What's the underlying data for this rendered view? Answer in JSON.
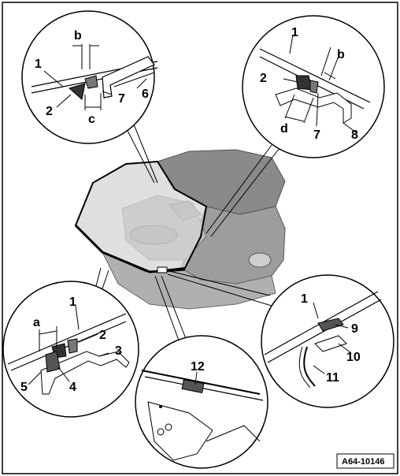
{
  "figure_id": "A64-10146",
  "callouts": {
    "top_left": {
      "n1": "1",
      "b": "b",
      "n2": "2",
      "n7": "7",
      "n6": "6",
      "c": "c"
    },
    "top_right": {
      "n1": "1",
      "b": "b",
      "n2": "2",
      "d": "d",
      "n7": "7",
      "n8": "8"
    },
    "bottom_left": {
      "n1": "1",
      "a": "a",
      "n2": "2",
      "n3": "3",
      "n4": "4",
      "n5": "5"
    },
    "bottom_mid": {
      "n12": "12"
    },
    "bottom_right": {
      "n1": "1",
      "n9": "9",
      "n10": "10",
      "n11": "11"
    }
  },
  "colors": {
    "line": "#000000",
    "car_dark": "#7a7a7a",
    "car_mid": "#a9a9a9",
    "glass": "#c8c8c8",
    "background": "#ffffff"
  }
}
